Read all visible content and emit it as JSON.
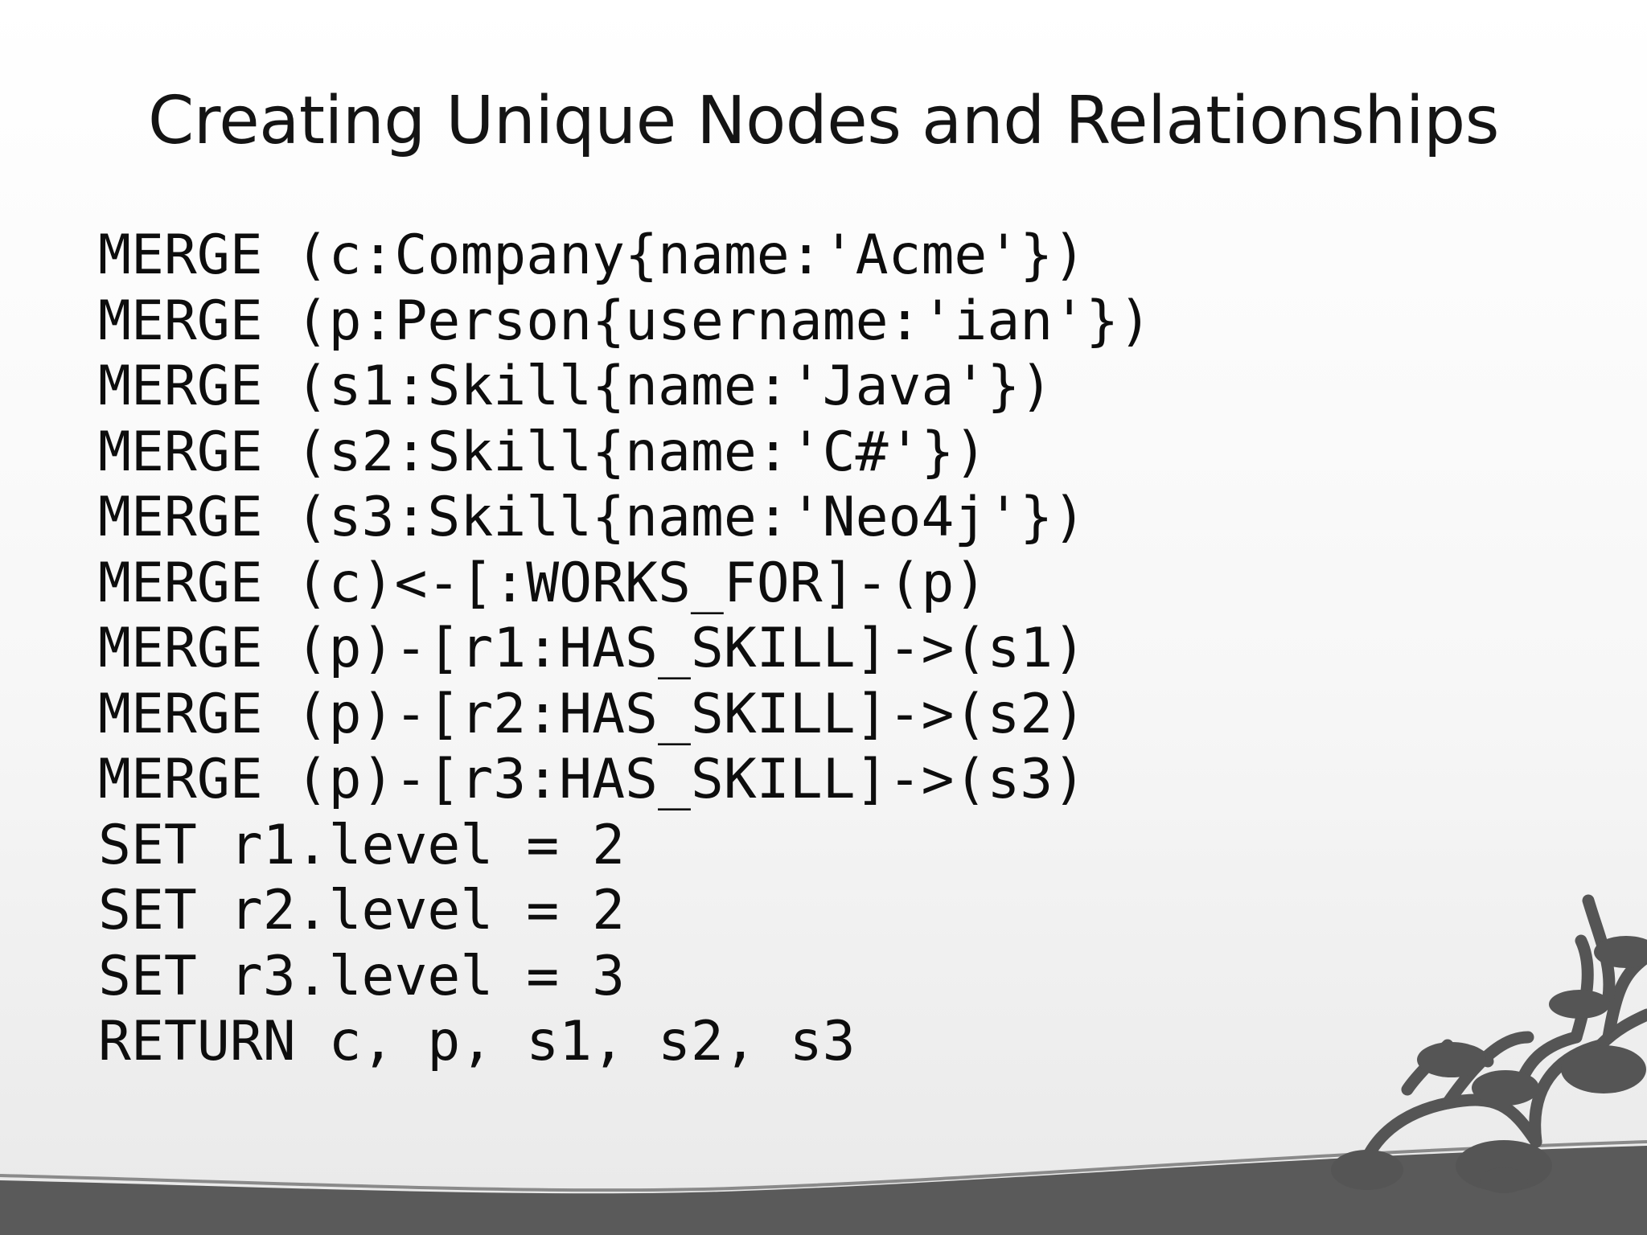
{
  "slide": {
    "title": "Creating Unique Nodes and Relationships",
    "code_lines": [
      "MERGE (c:Company{name:'Acme'})",
      "MERGE (p:Person{username:'ian'})",
      "MERGE (s1:Skill{name:'Java'})",
      "MERGE (s2:Skill{name:'C#'})",
      "MERGE (s3:Skill{name:'Neo4j'})",
      "MERGE (c)<-[:WORKS_FOR]-(p)",
      "MERGE (p)-[r1:HAS_SKILL]->(s1)",
      "MERGE (p)-[r2:HAS_SKILL]->(s2)",
      "MERGE (p)-[r3:HAS_SKILL]->(s3)",
      "SET r1.level = 2",
      "SET r2.level = 2",
      "SET r3.level = 3",
      "RETURN c, p, s1, s2, s3"
    ]
  },
  "decoration": {
    "graph_color": "#555555",
    "wave_color": "#5a5a5a"
  }
}
